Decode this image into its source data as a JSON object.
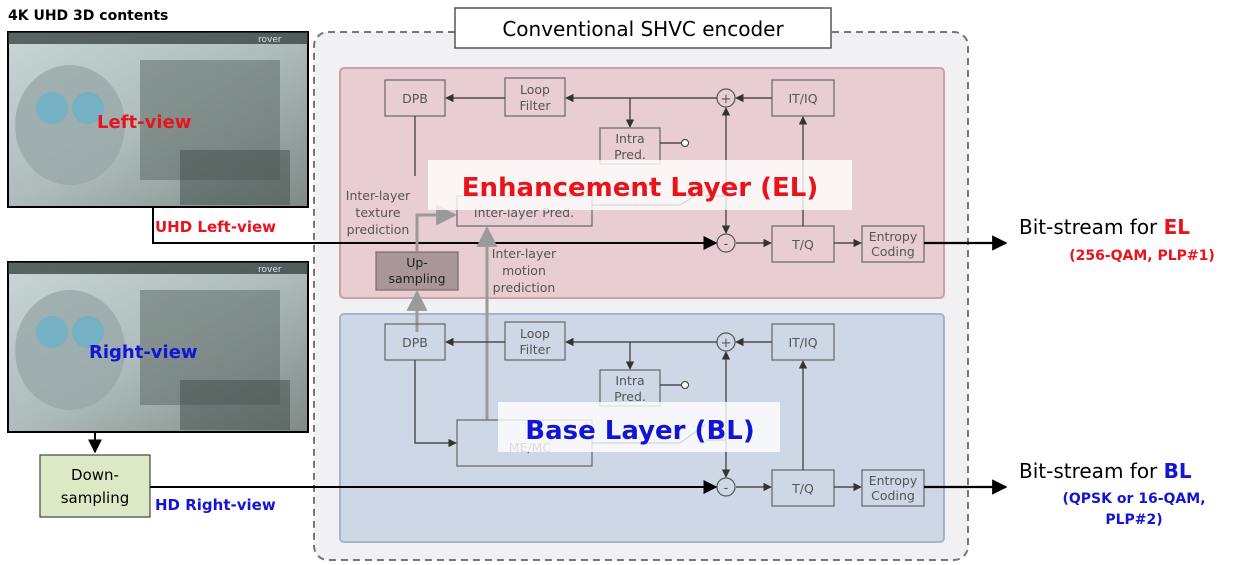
{
  "title": "4K UHD 3D contents",
  "encoder_title": "Conventional SHVC encoder",
  "views": {
    "left": "Left-view",
    "right": "Right-view",
    "thumbnail_brand": "rover"
  },
  "downsampling": [
    "Down-",
    "sampling"
  ],
  "inputs": {
    "uhd_left": "UHD Left-view",
    "hd_right": "HD Right-view"
  },
  "layers": {
    "el": "Enhancement Layer (EL)",
    "bl": "Base Layer (BL)"
  },
  "blocks": {
    "dpb": "DPB",
    "loop_filter": [
      "Loop",
      "Filter"
    ],
    "intra_pred": [
      "Intra",
      "Pred."
    ],
    "itiq": "IT/IQ",
    "tq": "T/Q",
    "entropy": [
      "Entropy",
      "Coding"
    ],
    "interlayer_pred": "Inter-layer Pred.",
    "memc": "ME/MC",
    "upsampling": [
      "Up-",
      "sampling"
    ]
  },
  "annotations": {
    "texture": [
      "Inter-layer",
      "texture",
      "prediction"
    ],
    "motion": [
      "Inter-layer",
      "motion",
      "prediction"
    ]
  },
  "outputs": {
    "el": {
      "prefix": "Bit-stream for ",
      "layer": "EL",
      "detail": [
        "(256-QAM, PLP#1)"
      ]
    },
    "bl": {
      "prefix": "Bit-stream for ",
      "layer": "BL",
      "detail": [
        "(QPSK or 16-QAM,",
        "PLP#2)"
      ]
    }
  },
  "colors": {
    "el_bg": "#e8cdd2",
    "bl_bg": "#cdd7e6",
    "el_accent": "#e8141b",
    "bl_accent": "#1414d4",
    "downsampling_bg": "#dde8c5"
  }
}
